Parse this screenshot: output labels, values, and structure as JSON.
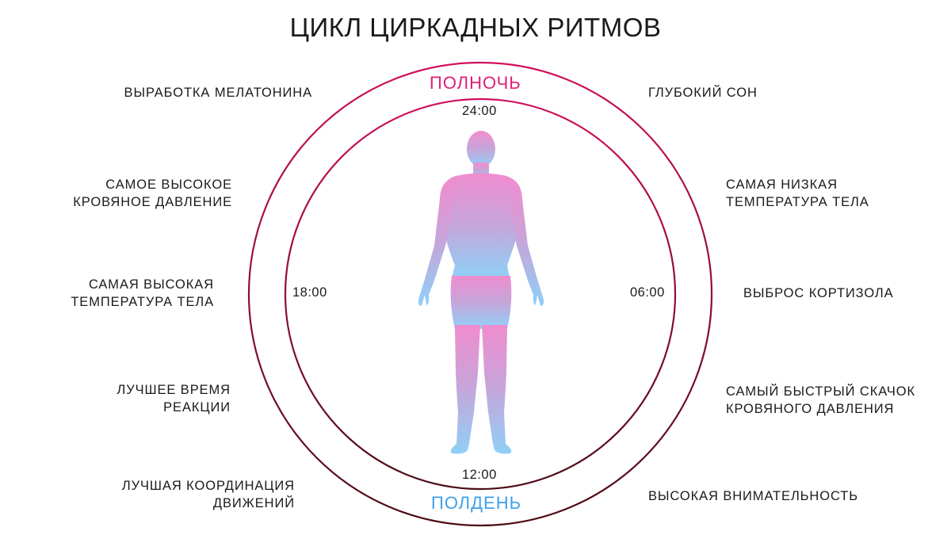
{
  "title": "ЦИКЛ ЦИРКАДНЫХ РИТМОВ",
  "markers": {
    "midnight": "ПОЛНОЧЬ",
    "noon": "ПОЛДЕНЬ"
  },
  "times": {
    "top": "24:00",
    "right": "06:00",
    "bottom": "12:00",
    "left": "18:00"
  },
  "left_facts": [
    {
      "lines": [
        "ВЫРАБОТКА МЕЛАТОНИНА"
      ]
    },
    {
      "lines": [
        "САМОЕ ВЫСОКОЕ",
        "КРОВЯНОЕ ДАВЛЕНИЕ"
      ]
    },
    {
      "lines": [
        "САМАЯ ВЫСОКАЯ",
        "ТЕМПЕРАТУРА ТЕЛА"
      ]
    },
    {
      "lines": [
        "ЛУЧШЕЕ ВРЕМЯ",
        "РЕАКЦИИ"
      ]
    },
    {
      "lines": [
        "ЛУЧШАЯ КООРДИНАЦИЯ",
        "ДВИЖЕНИЙ"
      ]
    }
  ],
  "right_facts": [
    {
      "lines": [
        "ГЛУБОКИЙ СОН"
      ]
    },
    {
      "lines": [
        "САМАЯ НИЗКАЯ",
        "ТЕМПЕРАТУРА ТЕЛА"
      ]
    },
    {
      "lines": [
        "ВЫБРОС КОРТИЗОЛА"
      ]
    },
    {
      "lines": [
        "САМЫЙ БЫСТРЫЙ СКАЧОК",
        "КРОВЯНОГО ДАВЛЕНИЯ"
      ]
    },
    {
      "lines": [
        "ВЫСОКАЯ ВНИМАТЕЛЬНОСТЬ"
      ]
    }
  ],
  "colors": {
    "midnight": "#e0207a",
    "noon": "#3fa0e8",
    "ring_top": "#d0105e",
    "ring_bottom": "#4a0a14",
    "body_top": "#f08ccf",
    "body_mid": "#c9a2d8",
    "body_bottom": "#8fd0f7"
  },
  "icons": {
    "figure": "human-silhouette-icon"
  }
}
